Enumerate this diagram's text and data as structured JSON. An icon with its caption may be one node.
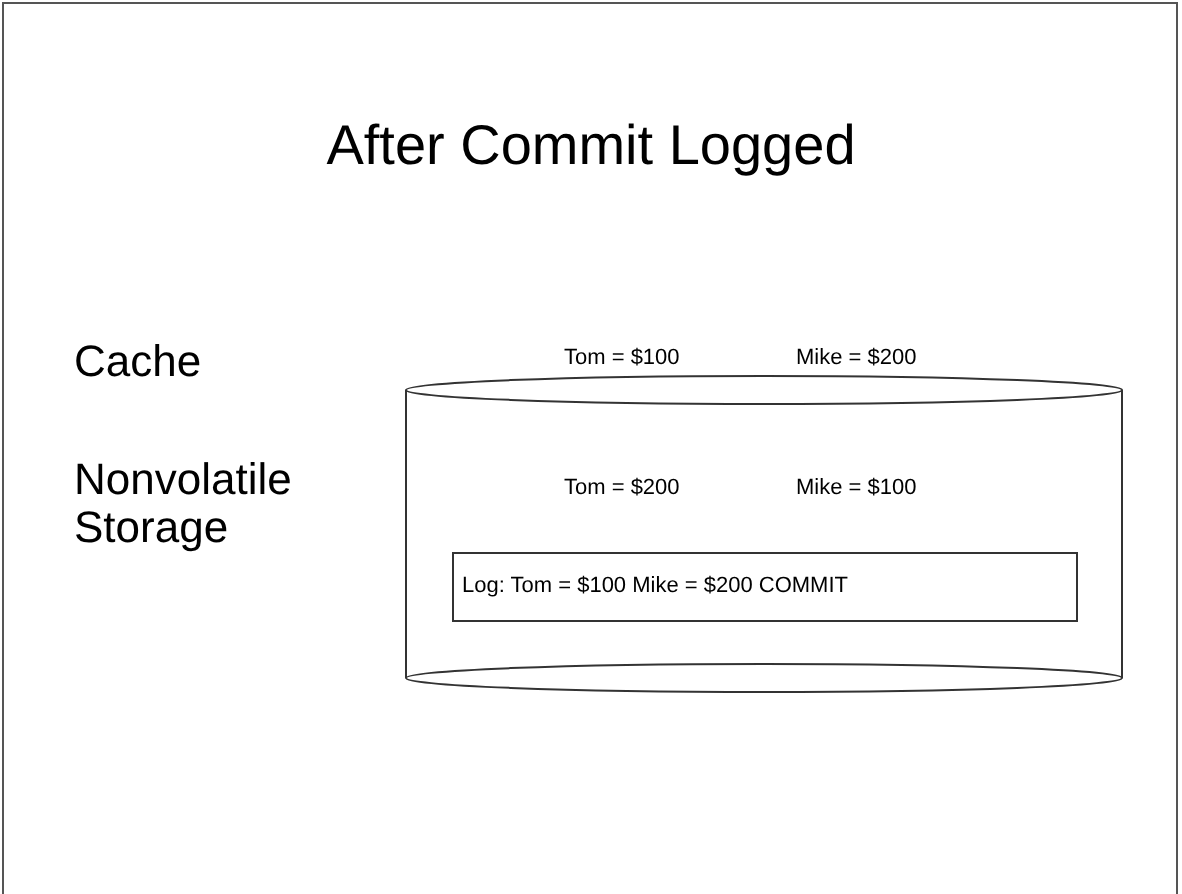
{
  "diagram": {
    "title": "After Commit Logged",
    "nodes": [
      {
        "text": [
          "Tom = $200",
          "Mike = $100"
        ]
      },
      {
        "text": [
          "Log: Tom = $100 Mike = $200 COMMIT"
        ],
        "in": 0
      }
    ],
    "labels": [
      "Cache",
      "Tom = $100",
      "Mike = $200",
      "Nonvolatile Storage"
    ]
  }
}
